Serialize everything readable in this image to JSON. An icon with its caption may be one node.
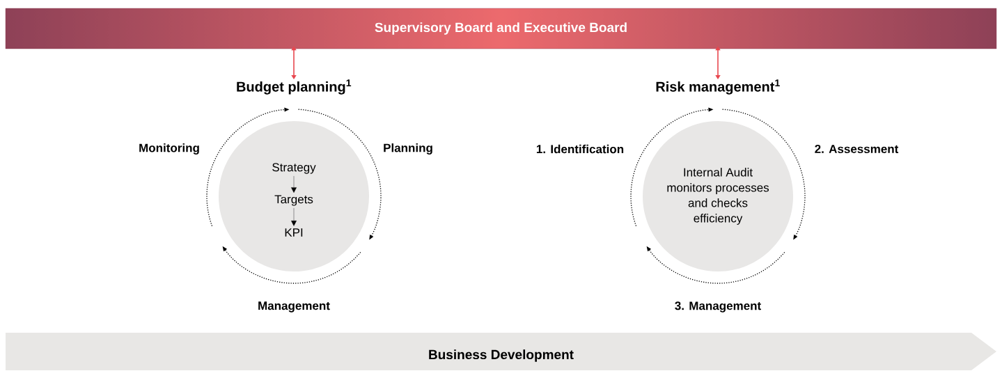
{
  "diagram": {
    "nodes": [
      {
        "text": [
          "Supervisory Board and Executive Board"
        ]
      },
      {
        "text": [
          "Budget planning$^{1}$"
        ]
      },
      {
        "text": [
          "Risk management$^{1}$"
        ]
      },
      {
        "text": [],
        "shape": "circle"
      },
      {
        "text": [
          "Strategy"
        ],
        "in": 3
      },
      {
        "text": [
          "Targets"
        ],
        "in": 3
      },
      {
        "text": [
          "KPI"
        ],
        "in": 3
      },
      {
        "text": [
          "Internal Audit monitors processes and checks efficiency"
        ]
      },
      {
        "text": [
          "Business Development"
        ]
      }
    ],
    "edges": [
      {
        "from": 0,
        "to": 1,
        "arrow": "both",
        "color": "#e8474f"
      },
      {
        "from": 0,
        "to": 2,
        "arrow": "both",
        "color": "#e8474f"
      },
      {
        "from": 4,
        "to": 5,
        "arrow": "to",
        "color": "#000000"
      },
      {
        "from": 5,
        "to": 6,
        "arrow": "to",
        "color": "#000000"
      }
    ],
    "labels": [
      "Monitoring",
      "Planning",
      "1. Identification",
      "2. Assessment",
      "Management",
      "3. Management"
    ]
  }
}
